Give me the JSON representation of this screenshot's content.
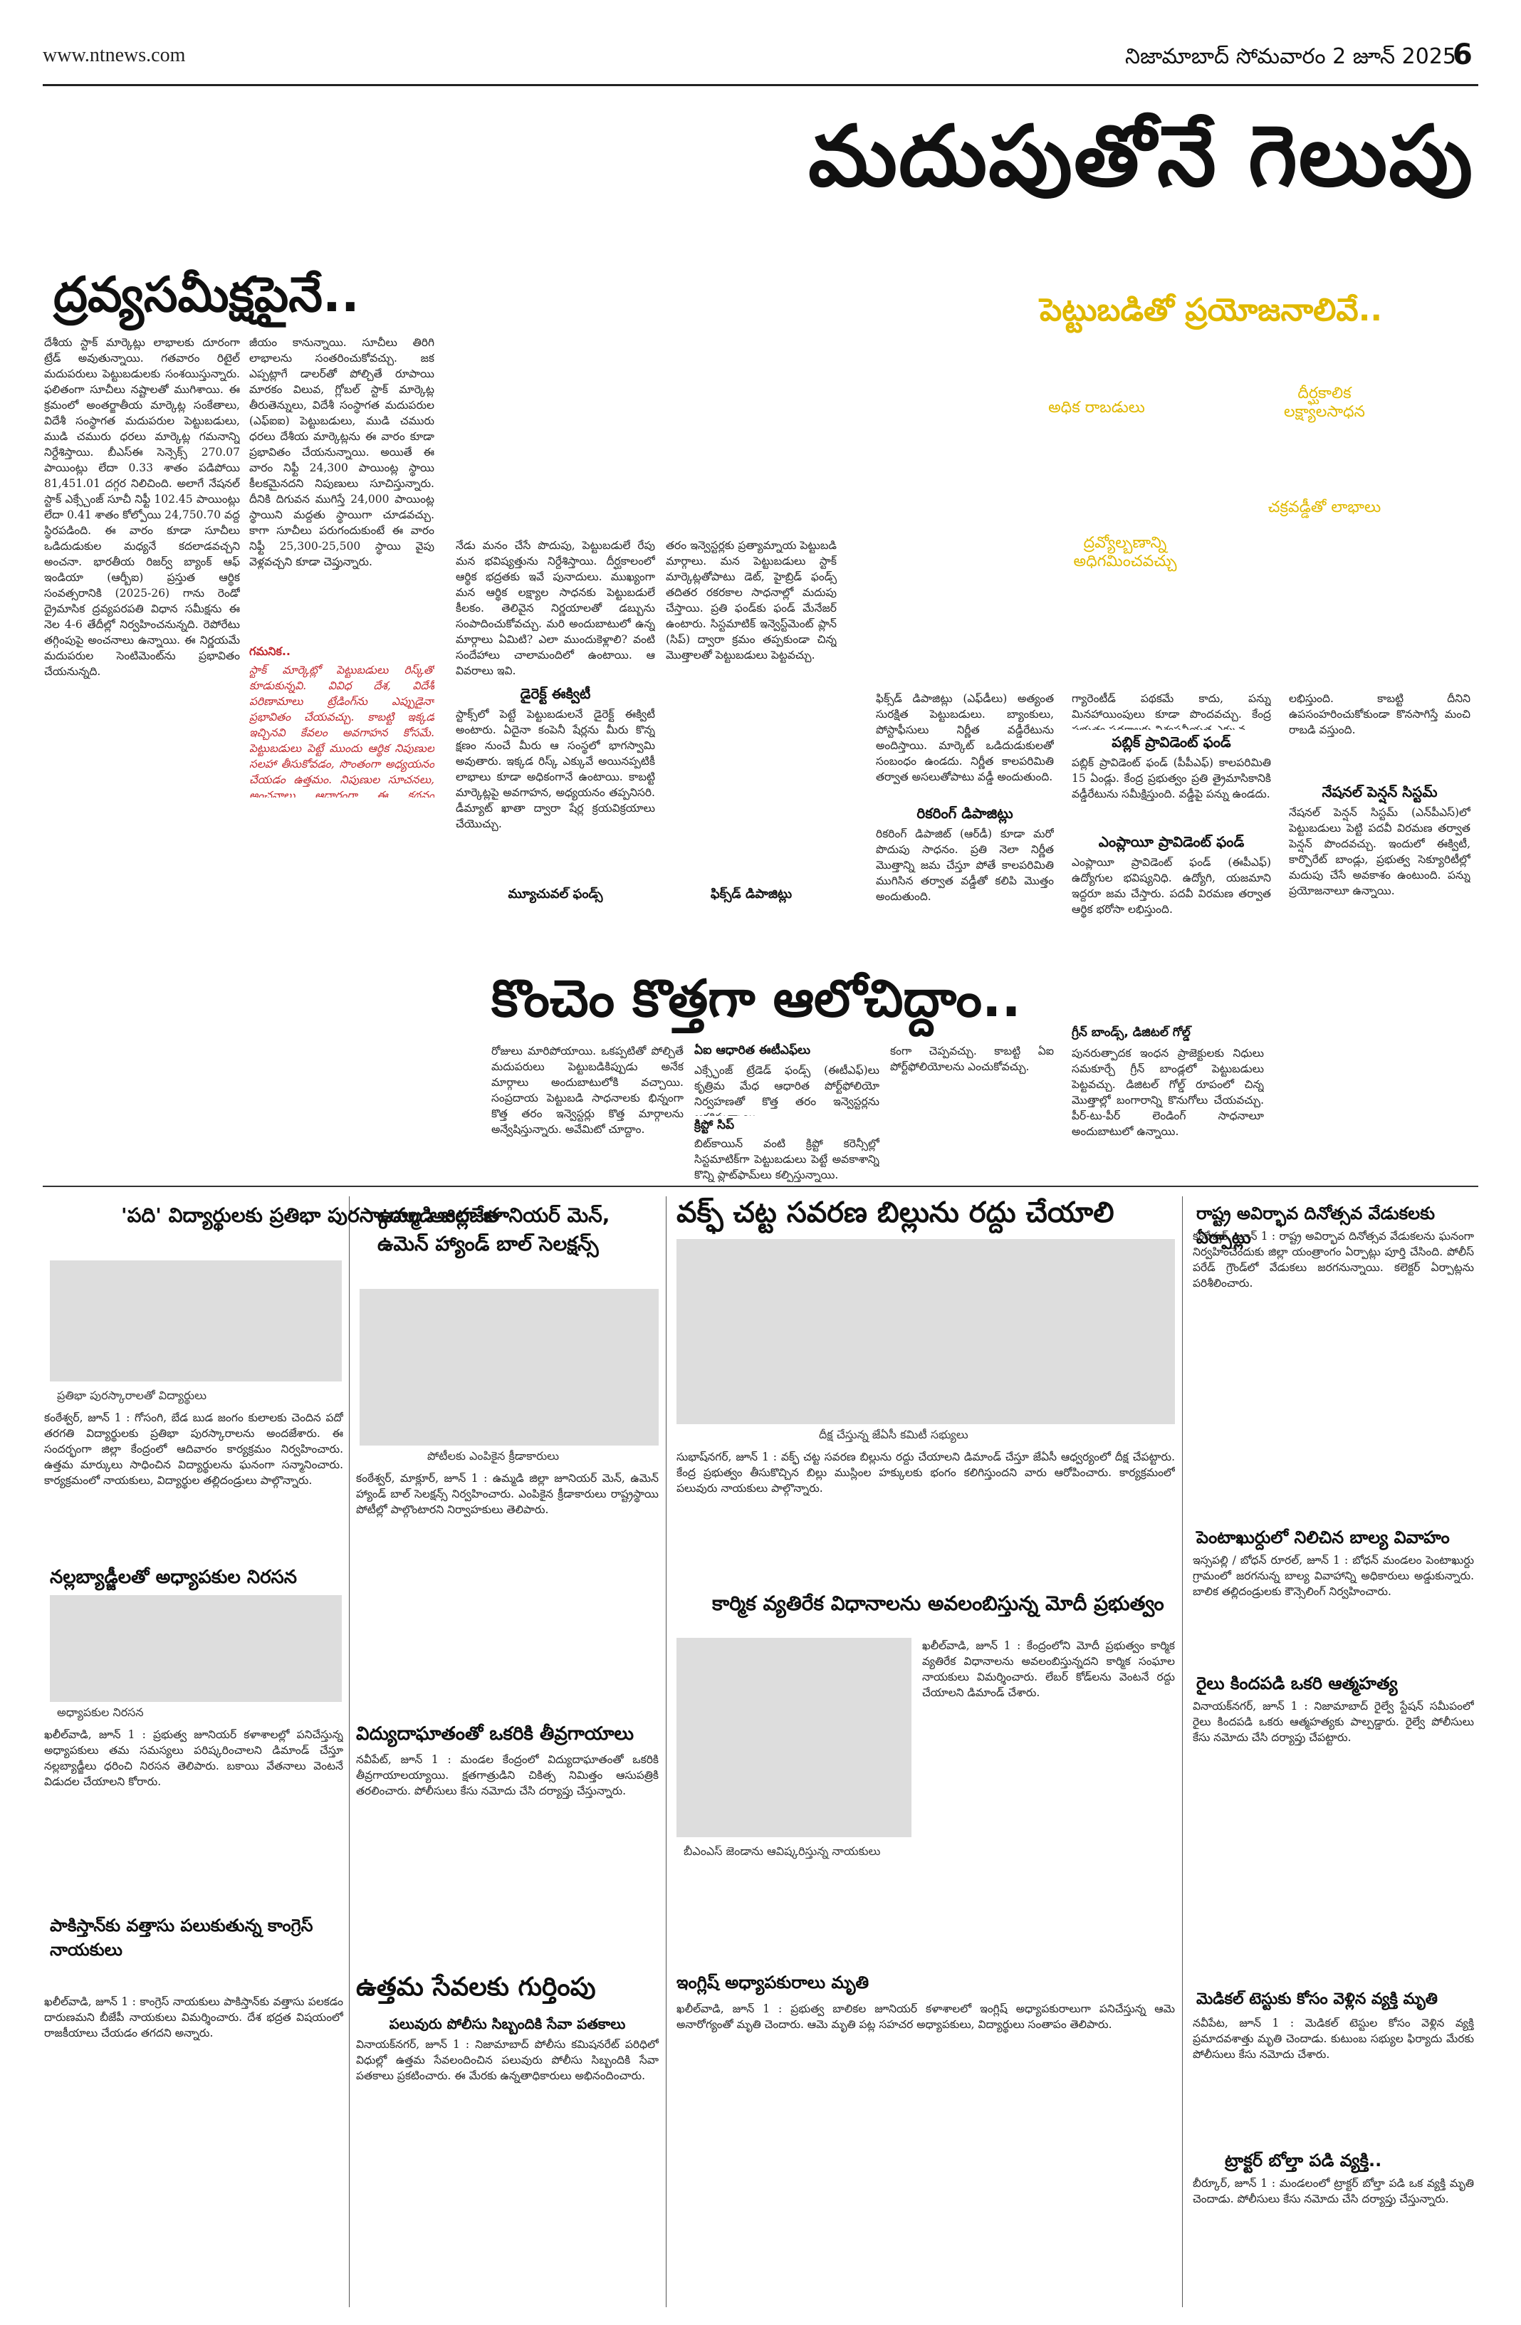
{
  "masthead": {
    "site": "www.ntnews.com",
    "dateline": "నిజామాబాద్ సోమవారం 2 జూన్ 2025",
    "page_no": "6"
  },
  "feature": {
    "main_heading": "మదుపుతోనే గెలుపు",
    "sub_heading_1": "ద్రవ్యసమీక్షపైనే..",
    "invest_tagline": "పెట్టుబడితో ప్రయోజనాలివే..",
    "bubbles": [
      "అధిక రాబడులు",
      "దీర్ఘకాలిక లక్ష్యాలసాధన",
      "చక్రవడ్డీతో లాభాలు",
      "ద్రవ్యోల్బణాన్ని అధిగమించవచ్చు"
    ],
    "sub_heading_2": "కొంచెం కొత్తగా ఆలోచిద్దాం..",
    "col1": "దేశీయ స్టాక్ మార్కెట్లు లాభాలకు దూరంగా ట్రేడ్ అవుతున్నాయి. గతవారం రిటైల్ మదుపరులు పెట్టుబడులకు సంశయిస్తున్నారు. ఫలితంగా సూచీలు నష్టాలతో ముగిశాయి. ఈ క్రమంలో అంతర్జాతీయ మార్కెట్ల సంకేతాలు, విదేశీ సంస్థాగత మదుపరుల పెట్టుబడులు, ముడి చమురు ధరలు మార్కెట్ల గమనాన్ని నిర్దేశిస్తాయి. బీఎస్ఈ సెన్సెక్స్ 270.07 పాయింట్లు లేదా 0.33 శాతం పడిపోయి 81,451.01 దగ్గర నిలిచింది. అలాగే నేషనల్ స్టాక్ ఎక్స్చేంజ్ సూచీ నిఫ్టీ 102.45 పాయింట్లు లేదా 0.41 శాతం కోల్పోయి 24,750.70 వద్ద స్థిరపడింది. ఈ వారం కూడా సూచీలు ఒడిదుడుకుల మధ్యనే కదలాడవచ్చని అంచనా. భారతీయ రిజర్వ్ బ్యాంక్ ఆఫ్ ఇండియా (ఆర్బీఐ) ప్రస్తుత ఆర్థిక సంవత్సరానికి (2025-26) గాను రెండో ద్రైమాసిక ద్రవ్యపరపతి విధాన సమీక్షను ఈ నెల 4-6 తేదీల్లో నిర్వహించనున్నది. రెపోరేటు తగ్గింపుపై అంచనాలు ఉన్నాయి. ఈ నిర్ణయమే మదుపరుల సెంటిమెంట్‌ను ప్రభావితం చేయనున్నది.",
    "col2": "జీయం కానున్నాయి. సూచీలు తిరిగి లాభాలను సంతరించుకోవచ్చు. జక ఎప్పట్లాగే డాలర్‌తో పోల్చితే రూపాయి మారకం విలువ, గ్లోబల్ స్టాక్ మార్కెట్ల తీరుతెన్నులు, విదేశీ సంస్థాగత మదుపరుల (ఎఫ్ఐఐ) పెట్టుబడులు, ముడి చమురు ధరలు దేశీయ మార్కెట్లను ఈ వారం కూడా ప్రభావితం చేయనున్నాయి. అయితే ఈ వారం నిఫ్టీ 24,300 పాయింట్ల స్థాయి కీలకమైనదని నిపుణులు సూచిస్తున్నారు. దీనికి దిగువన ముగిస్తే 24,000 పాయింట్ల స్థాయిని మద్దతు స్థాయిగా చూడవచ్చు. కాగా సూచీలు పరుగందుకుంటే ఈ వారం నిఫ్టీ 25,300-25,500 స్థాయి వైపు వెళ్లవచ్చని కూడా చెప్తున్నారు.",
    "col2_note_head": "గమనిక..",
    "col2_note": "స్టాక్ మార్కెట్లో పెట్టుబడులు రిస్క్‌తో కూడుకున్నవి. వివిధ దేశ, విదేశీ పరిణామాలు ట్రేడింగ్‌ను ఎప్పుడైనా ప్రభావితం చేయవచ్చు. కాబట్టి ఇక్కడ ఇచ్చినవి కేవలం అవగాహన కోసమే. పెట్టుబడులు పెట్టే ముందు ఆర్థిక నిపుణుల సలహా తీసుకోవడం, సొంతంగా అధ్యయనం చేయడం ఉత్తమం. నిపుణుల సూచనలు, అంచనాలు ఆధారంగా ఈ కథనం అందిస్తున్నాం. ఎవరి పెట్టుబడులకు వారిదే పూర్తి బాధ్యత.",
    "col3": "నేడు మనం చేసే పొదుపు, పెట్టుబడులే రేపు మన భవిష్యత్తును నిర్దేశిస్తాయి. దీర్ఘకాలంలో ఆర్థిక భద్రతకు ఇవే పునాదులు. ముఖ్యంగా మన ఆర్థిక లక్ష్యాల సాధనకు పెట్టుబడులే కీలకం. తెలివైన నిర్ణయాలతో డబ్బును సంపాదించుకోవచ్చు. మరి అందుబాటులో ఉన్న మార్గాలు ఏమిటి? ఎలా ముందుకెళ్లాలి? వంటి సందేహాలు చాలామందిలో ఉంటాయి. ఆ వివరాలు ఇవి.",
    "col3_head": "డైరెక్ట్ ఈక్విటీ",
    "col3b": "స్టాక్స్‌లో పెట్టే పెట్టుబడులనే డైరెక్ట్ ఈక్విటీ అంటారు. ఏదైనా కంపెనీ షేర్లను మీరు కొన్న క్షణం నుంచే మీరు ఆ సంస్థలో భాగస్వామి అవుతారు. ఇక్కడ రిస్క్ ఎక్కువే అయినప్పటికీ లాభాలు కూడా అధికంగానే ఉంటాయి. కాబట్టి మార్కెట్లపై అవగాహన, అధ్యయనం తప్పనిసరి. డీమ్యాట్ ఖాతా ద్వారా షేర్ల క్రయవిక్రయాలు చేయొచ్చు.",
    "col3_foot": "మ్యూచువల్ ఫండ్స్",
    "col4": "తరం ఇన్వెస్టర్లకు ప్రత్యామ్నాయ పెట్టుబడి మార్గాలు. మన పెట్టుబడులు స్టాక్ మార్కెట్లతోపాటు డెట్, హైబ్రిడ్ ఫండ్స్ తదితర రకరకాల సాధనాల్లో మదుపు చేస్తాయి. ప్రతి ఫండ్‌కు ఫండ్ మేనేజర్ ఉంటారు. సిస్టమాటిక్ ఇన్వెస్ట్‌మెంట్ ప్లాన్ (సిప్) ద్వారా క్రమం తప్పకుండా చిన్న మొత్తాలతో పెట్టుబడులు పెట్టవచ్చు.",
    "col4_foot": "ఫిక్స్‌డ్ డిపాజిట్లు",
    "col5": "ఫిక్స్‌డ్ డిపాజిట్లు (ఎఫ్‌డీలు) అత్యంత సురక్షిత పెట్టుబడులు. బ్యాంకులు, పోస్టాఫీసులు నిర్ణీత వడ్డీరేటును అందిస్తాయి. మార్కెట్ ఒడిదుడుకులతో సంబంధం ఉండదు. నిర్ణీత కాలపరిమితి తర్వాత అసలుతోపాటు వడ్డీ అందుతుంది.",
    "col5_head": "రికరింగ్ డిపాజిట్లు",
    "col5b": "రికరింగ్ డిపాజిట్ (ఆర్‌డీ) కూడా మరో పొదుపు సాధనం. ప్రతి నెలా నిర్ణీత మొత్తాన్ని జమ చేస్తూ పోతే కాలపరిమితి ముగిసిన తర్వాత వడ్డీతో కలిపి మొత్తం అందుతుంది.",
    "col6": "గ్యారెంటీడ్ పథకమే కాదు, పన్ను మినహాయింపులు కూడా పొందవచ్చు. కేంద్ర ప్రభుత్వ పథకాలకు విశ్వసనీయత ఎక్కువ.",
    "col6_head": "పబ్లిక్ ప్రావిడెంట్ ఫండ్",
    "col6b": "పబ్లిక్ ప్రావిడెంట్ ఫండ్ (పీపీఎఫ్) కాలపరిమితి 15 ఏండ్లు. కేంద్ర ప్రభుత్వం ప్రతి త్రైమాసికానికి వడ్డీరేటును సమీక్షిస్తుంది. వడ్డీపై పన్ను ఉండదు.",
    "col6_head2": "ఎంప్లాయీ ప్రావిడెంట్ ఫండ్",
    "col6c": "ఎంప్లాయీ ప్రావిడెంట్ ఫండ్ (ఈపీఎఫ్) ఉద్యోగుల భవిష్యనిధి. ఉద్యోగి, యజమాని ఇద్దరూ జమ చేస్తారు. పదవీ విరమణ తర్వాత ఆర్థిక భరోసా లభిస్తుంది.",
    "col7": "లభిస్తుంది. కాబట్టి దీనిని ఉపసంహరించుకోకుండా కొనసాగిస్తే మంచి రాబడి వస్తుంది.",
    "col7_head": "నేషనల్ పెన్షన్ సిస్టమ్",
    "col7b": "నేషనల్ పెన్షన్ సిస్టమ్ (ఎన్‌పీఎస్)లో పెట్టుబడులు పెట్టి పదవీ విరమణ తర్వాత పెన్షన్ పొందవచ్చు. ఇందులో ఈక్విటీ, కార్పొరేట్ బాండ్లు, ప్రభుత్వ సెక్యూరిటీల్లో మదుపు చేసే అవకాశం ఉంటుంది. పన్ను ప్రయోజనాలూ ఉన్నాయి.",
    "col8": "రోజులు మారిపోయాయి. ఒకప్పటితో పోల్చితే మదుపరులు పెట్టుబడికిప్పుడు అనేక మార్గాలు అందుబాటులోకి వచ్చాయి. సంప్రదాయ పెట్టుబడి సాధనాలకు భిన్నంగా కొత్త తరం ఇన్వెస్టర్లు కొత్త మార్గాలను అన్వేషిస్తున్నారు. అవేమిటో చూద్దాం.",
    "col9_head": "ఏఐ ఆధారిత ఈటీఎఫ్‌లు",
    "col9": "ఎక్స్ఛేంజ్ ట్రేడెడ్ ఫండ్స్ (ఈటీఎఫ్)లు కృత్రిమ మేధ ఆధారిత పోర్ట్‌ఫోలియో నిర్వహణతో కొత్త తరం ఇన్వెస్టర్లను ఆకర్షిస్తున్నాయి.",
    "col9_head2": "క్రిప్టో సిప్",
    "col9b": "బిట్‌కాయిన్ వంటి క్రిప్టో కరెన్సీల్లో సిస్టమాటిక్‌గా పెట్టుబడులు పెట్టే అవకాశాన్ని కొన్ని ప్లాట్‌ఫామ్‌లు కల్పిస్తున్నాయి.",
    "col10": "కంగా చెప్పవచ్చు. కాబట్టి ఏఐ పోర్ట్‌ఫోలియోలను ఎంచుకోవచ్చు.",
    "col11_head": "గ్రీన్ బాండ్స్, డిజిటల్ గోల్డ్",
    "col11": "పునరుత్పాదక ఇంధన ప్రాజెక్టులకు నిధులు సమకూర్చే గ్రీన్ బాండ్లలో పెట్టుబడులు పెట్టవచ్చు. డిజిటల్ గోల్డ్ రూపంలో చిన్న మొత్తాల్లో బంగారాన్ని కొనుగోలు చేయవచ్చు. పీర్-టు-పీర్ లెండింగ్ సాధనాలూ అందుబాటులో ఉన్నాయి."
  },
  "news": [
    {
      "headline": "'పది' విద్యార్థులకు ప్రతిభా పురస్కారాల అందజేత",
      "tag": "ప్రతిభా పురస్కారాలతో విద్యార్థులు",
      "body": "కంఠేశ్వర్, జూన్ 1 : గోసంగి, బేడ బుడ జంగం కులాలకు చెందిన పదో తరగతి విద్యార్థులకు ప్రతిభా పురస్కారాలను అందజేశారు. ఈ సందర్భంగా జిల్లా కేంద్రంలో ఆదివారం కార్యక్రమం నిర్వహించారు. ఉత్తమ మార్కులు సాధించిన విద్యార్థులను ఘనంగా సన్మానించారు. కార్యక్రమంలో నాయకులు, విద్యార్థుల తల్లిదండ్రులు పాల్గొన్నారు."
    },
    {
      "headline": "నల్లబ్యాడ్జీలతో అధ్యాపకుల నిరసన",
      "tag": "అధ్యాపకుల నిరసన",
      "body": "ఖలీల్‌వాడి, జూన్ 1 : ప్రభుత్వ జూనియర్ కళాశాలల్లో పనిచేస్తున్న అధ్యాపకులు తమ సమస్యలు పరిష్కరించాలని డిమాండ్ చేస్తూ నల్లబ్యాడ్జీలు ధరించి నిరసన తెలిపారు. బకాయి వేతనాలు వెంటనే విడుదల చేయాలని కోరారు."
    },
    {
      "headline": "పాకిస్తాన్‌కు వత్తాసు పలుకుతున్న కాంగ్రెస్ నాయకులు",
      "body": "ఖలీల్‌వాడి, జూన్ 1 : కాంగ్రెస్ నాయకులు పాకిస్తాన్‌కు వత్తాసు పలకడం దారుణమని బీజేపీ నాయకులు విమర్శించారు. దేశ భద్రత విషయంలో రాజకీయాలు చేయడం తగదని అన్నారు."
    },
    {
      "headline": "ఉమ్మడి జిల్లా జూనియర్ మెన్, ఉమెన్ హ్యాండ్ బాల్ సెలక్షన్స్",
      "tag": "పోటీలకు ఎంపికైన క్రీడాకారులు",
      "body": "కంఠేశ్వర్, మాక్లూర్, జూన్ 1 : ఉమ్మడి జిల్లా జూనియర్ మెన్, ఉమెన్ హ్యాండ్ బాల్ సెలక్షన్స్ నిర్వహించారు. ఎంపికైన క్రీడాకారులు రాష్ట్రస్థాయి పోటీల్లో పాల్గొంటారని నిర్వాహకులు తెలిపారు."
    },
    {
      "headline": "విద్యుదాఘాతంతో ఒకరికి తీవ్రగాయాలు",
      "body": "నవీపేట్, జూన్ 1 : మండల కేంద్రంలో విద్యుదాఘాతంతో ఒకరికి తీవ్రగాయాలయ్యాయి. క్షతగాత్రుడిని చికిత్స నిమిత్తం ఆసుపత్రికి తరలించారు. పోలీసులు కేసు నమోదు చేసి దర్యాప్తు చేస్తున్నారు."
    },
    {
      "headline": "ఉత్తమ సేవలకు గుర్తింపు",
      "sub": "పలువురు పోలీసు సిబ్బందికి సేవా పతకాలు",
      "body": "వినాయక్‌నగర్, జూన్ 1 : నిజామాబాద్ పోలీసు కమిషనరేట్ పరిధిలో విధుల్లో ఉత్తమ సేవలందించిన పలువురు పోలీసు సిబ్బందికి సేవా పతకాలు ప్రకటించారు. ఈ మేరకు ఉన్నతాధికారులు అభినందించారు."
    },
    {
      "headline": "వక్ఫ్ చట్ట సవరణ బిల్లును రద్దు చేయాలి",
      "tag": "దీక్ష చేస్తున్న జేఏసీ కమిటీ సభ్యులు",
      "body": "సుభాష్‌నగర్, జూన్ 1 : వక్ఫ్ చట్ట సవరణ బిల్లును రద్దు చేయాలని డిమాండ్ చేస్తూ జేఏసీ ఆధ్వర్యంలో దీక్ష చేపట్టారు. కేంద్ర ప్రభుత్వం తీసుకొచ్చిన బిల్లు ముస్లింల హక్కులకు భంగం కలిగిస్తుందని వారు ఆరోపించారు. కార్యక్రమంలో పలువురు నాయకులు పాల్గొన్నారు."
    },
    {
      "headline": "కార్మిక వ్యతిరేక విధానాలను అవలంబిస్తున్న మోదీ ప్రభుత్వం",
      "tag": "బీఎంఎస్ జెండాను ఆవిష్కరిస్తున్న నాయకులు",
      "body": "ఖలీల్‌వాడి, జూన్ 1 : కేంద్రంలోని మోదీ ప్రభుత్వం కార్మిక వ్యతిరేక విధానాలను అవలంబిస్తున్నదని కార్మిక సంఘాల నాయకులు విమర్శించారు. లేబర్ కోడ్‌లను వెంటనే రద్దు చేయాలని డిమాండ్ చేశారు."
    },
    {
      "headline": "ఇంగ్లిష్ అధ్యాపకురాలు మృతి",
      "body": "ఖలీల్‌వాడి, జూన్ 1 : ప్రభుత్వ బాలికల జూనియర్ కళాశాలలో ఇంగ్లిష్ అధ్యాపకురాలుగా పనిచేస్తున్న ఆమె అనారోగ్యంతో మృతి చెందారు. ఆమె మృతి పట్ల సహచర అధ్యాపకులు, విద్యార్థులు సంతాపం తెలిపారు."
    },
    {
      "headline": "రాష్ట్ర అవిర్భావ దినోత్సవ వేడుకలకు ఏర్పాట్లు",
      "body": "కంఠేశ్వర్, జూన్ 1 : రాష్ట్ర అవిర్భావ దినోత్సవ వేడుకలను ఘనంగా నిర్వహించేందుకు జిల్లా యంత్రాంగం ఏర్పాట్లు పూర్తి చేసింది. పోలీస్ పరేడ్ గ్రౌండ్‌లో వేడుకలు జరగనున్నాయి. కలెక్టర్ ఏర్పాట్లను పరిశీలించారు."
    },
    {
      "headline": "పెంటాఖుర్దులో నిలిచిన బాల్య వివాహం",
      "body": "ఇస్సపల్లి / బోధన్ రూరల్, జూన్ 1 : బోధన్ మండలం పెంటాఖుర్దు గ్రామంలో జరగనున్న బాల్య వివాహాన్ని అధికారులు అడ్డుకున్నారు. బాలిక తల్లిదండ్రులకు కౌన్సెలింగ్ నిర్వహించారు."
    },
    {
      "headline": "రైలు కిందపడి ఒకరి ఆత్మహత్య",
      "body": "వినాయక్‌నగర్, జూన్ 1 : నిజామాబాద్ రైల్వే స్టేషన్ సమీపంలో రైలు కిందపడి ఒకరు ఆత్మహత్యకు పాల్పడ్డారు. రైల్వే పోలీసులు కేసు నమోదు చేసి దర్యాప్తు చేపట్టారు."
    },
    {
      "headline": "మెడికల్ టెస్టుకు కోసం వెళ్లిన వ్యక్తి మృతి",
      "body": "నవీపేట, జూన్ 1 : మెడికల్ టెస్టుల కోసం వెళ్లిన వ్యక్తి ప్రమాదవశాత్తు మృతి చెందాడు. కుటుంబ సభ్యుల ఫిర్యాదు మేరకు పోలీసులు కేసు నమోదు చేశారు."
    },
    {
      "headline": "ట్రాక్టర్ బోల్తా పడి వ్యక్తి..",
      "body": "బీర్కూర్, జూన్ 1 : మండలంలో ట్రాక్టర్ బోల్తా పడి ఒక వ్యక్తి మృతి చెందాడు. పోలీసులు కేసు నమోదు చేసి దర్యాప్తు చేస్తున్నారు."
    }
  ]
}
